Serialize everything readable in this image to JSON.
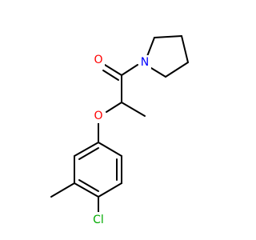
{
  "molecule": {
    "atoms": {
      "oxygen_carbonyl": "O",
      "nitrogen": "N",
      "oxygen_ether": "O",
      "chlorine": "Cl"
    },
    "colors": {
      "oxygen": "#ff0000",
      "nitrogen": "#0000ff",
      "chlorine": "#00aa00",
      "bond": "#000000"
    }
  }
}
